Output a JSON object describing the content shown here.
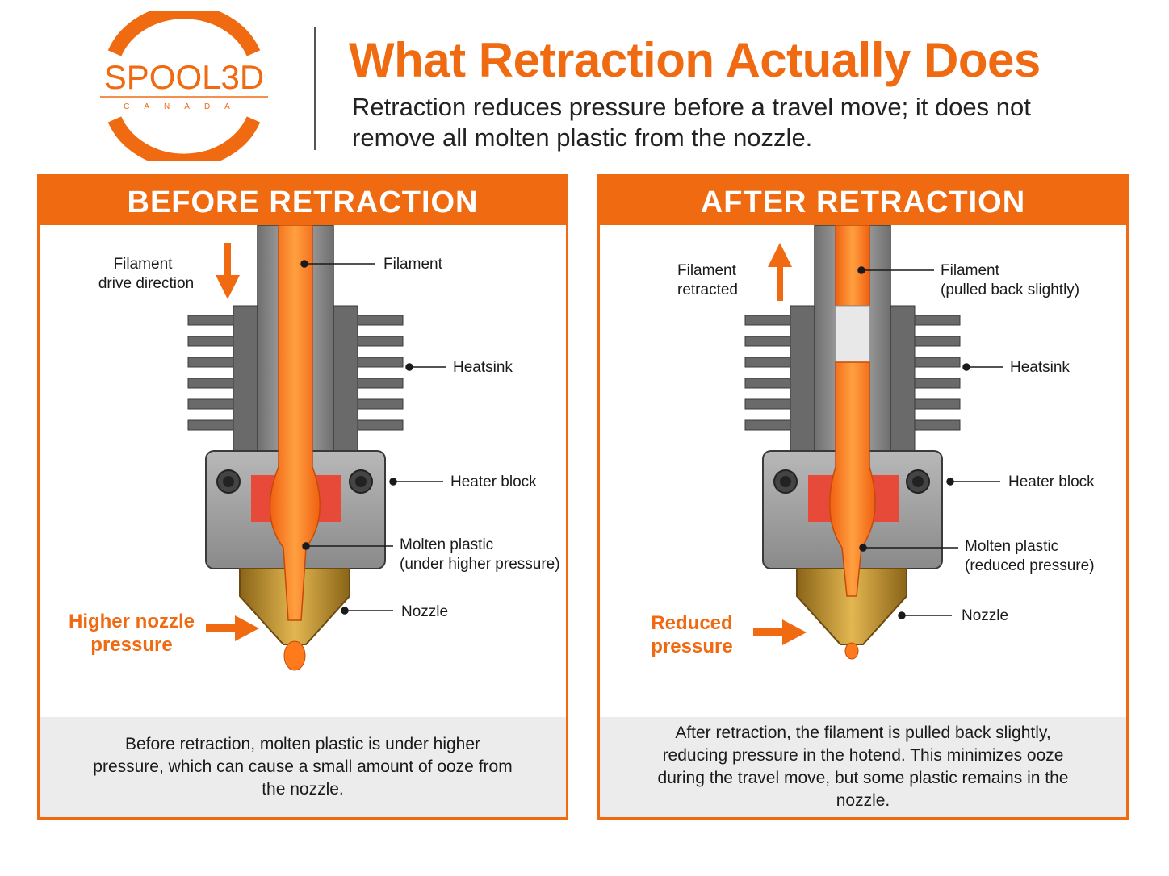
{
  "logo": {
    "brand": "SPOOL3D",
    "tagline": "CANADA"
  },
  "header": {
    "title": "What Retraction Actually Does",
    "subtitle": "Retraction reduces pressure before a travel move; it does not remove all molten plastic from the nozzle."
  },
  "colors": {
    "accent": "#f06a12",
    "metal": "#8c8c8c",
    "heater": "#e84a3a",
    "brass": "#c8962e",
    "filament": "#ff7a1a"
  },
  "before": {
    "heading": "BEFORE RETRACTION",
    "labels": {
      "drive_1": "Filament",
      "drive_2": "drive direction",
      "filament": "Filament",
      "heatsink": "Heatsink",
      "heater": "Heater block",
      "molten_1": "Molten plastic",
      "molten_2": "(under higher pressure)",
      "nozzle": "Nozzle",
      "pressure_1": "Higher nozzle",
      "pressure_2": "pressure"
    },
    "caption": "Before retraction, molten plastic is under higher pressure, which can cause a small amount of ooze from the nozzle."
  },
  "after": {
    "heading": "AFTER RETRACTION",
    "labels": {
      "retract_1": "Filament",
      "retract_2": "retracted",
      "filament_1": "Filament",
      "filament_2": "(pulled back slightly)",
      "heatsink": "Heatsink",
      "heater": "Heater block",
      "molten_1": "Molten plastic",
      "molten_2": "(reduced pressure)",
      "nozzle": "Nozzle",
      "pressure_1": "Reduced",
      "pressure_2": "pressure"
    },
    "caption": "After retraction, the filament is pulled back slightly, reducing pressure in the hotend. This minimizes ooze during the travel move, but some plastic remains in the nozzle."
  }
}
